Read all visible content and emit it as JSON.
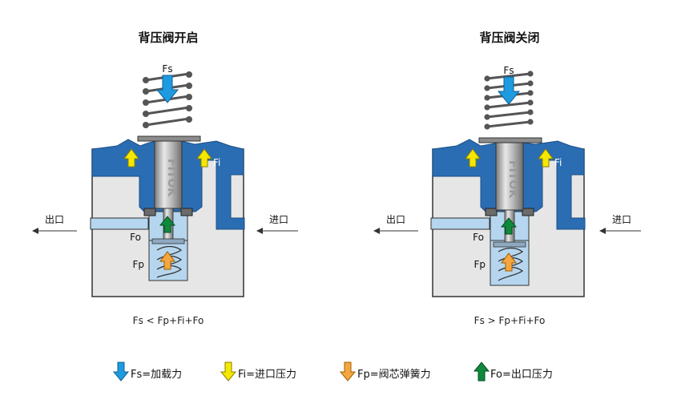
{
  "diagrams": [
    {
      "title": "背压阀开启",
      "spring_force_label": "Fs",
      "inlet_force_label": "Fi",
      "outlet_force_label": "Fo",
      "plug_spring_label": "Fp",
      "outlet_label": "出口",
      "inlet_label": "进口",
      "stem_text": "FITOK",
      "equation": "Fs < Fp+Fi+Fo"
    },
    {
      "title": "背压阀关闭",
      "spring_force_label": "Fs",
      "inlet_force_label": "Fi",
      "outlet_force_label": "Fo",
      "plug_spring_label": "Fp",
      "outlet_label": "出口",
      "inlet_label": "进口",
      "stem_text": "FITOK",
      "equation": "Fs > Fp+Fi+Fo"
    }
  ],
  "legend": [
    {
      "text": "Fs=加载力",
      "color": "#1e9be0"
    },
    {
      "text": "Fi=进口压力",
      "color": "#f5e800"
    },
    {
      "text": "Fp=阀芯弹簧力",
      "color": "#f5a640"
    },
    {
      "text": "Fo=出口压力",
      "color": "#0f8a3c"
    }
  ],
  "colors": {
    "body": "#e6e6e6",
    "chamber": "#2a6db3",
    "fluid": "#b5d6ee"
  }
}
